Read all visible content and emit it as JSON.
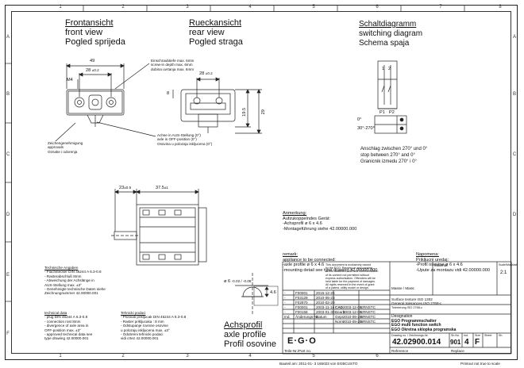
{
  "columns": [
    "1",
    "2",
    "3",
    "4",
    "5",
    "6",
    "7",
    "8"
  ],
  "rows": [
    "A",
    "B",
    "C",
    "D",
    "E",
    "F"
  ],
  "views": {
    "front": [
      "Frontansicht",
      "front view",
      "Pogled sprijeda"
    ],
    "rear": [
      "Rueckansicht",
      "rear view",
      "Pogled straga"
    ],
    "switching": [
      "Schaltdiagramm",
      "switching diagram",
      "Schema spaja"
    ],
    "axle": [
      "Achsprofil",
      "axle profile",
      "Profil osovine"
    ]
  },
  "dimensions": {
    "d49": "49",
    "d28_a": "28",
    "tol_28_a": "±0.2",
    "m4": "M4",
    "d8": "8",
    "d28_b": "28",
    "tol_28_b": "±0.2",
    "d19_5": "19.5",
    "d29": "29",
    "d23": "23",
    "tol_23": "±0.5",
    "d37_5": "37.5",
    "tol_37_5": "±1",
    "d6": "ø 6",
    "tol_6": "-0.02 / -0.08",
    "d4_6": "4.6",
    "tol_4_6": "-0.02 / -0.10"
  },
  "screw_notes": [
    "Einschraubtiefe max. 6mm",
    "screw-in depth max. 6mm",
    "dubina uvrtanja max. 6mm"
  ],
  "approval_notes": [
    "Zeichengenehmigung",
    "approvals",
    "Oznake i odorenja"
  ],
  "axle_notes": [
    "Achse in AUS-Stellung (0°)",
    "axle in OFF-position (0°)",
    "Osovina  u polozaju iskljucena (0°)"
  ],
  "switch_diagram": {
    "contacts": [
      "1",
      "2"
    ],
    "poles": [
      "P1",
      "P2"
    ],
    "rows": [
      "0°",
      "30°-270°"
    ],
    "stop_notes": [
      "Anschlag zwischen 270° und 0°",
      "stop between 270° and 0°",
      "Granicnik izmedu 270° i 0°"
    ]
  },
  "remark_de": {
    "head": "Anmerkung:",
    "lines": [
      "Aufzukoppelndes Gerät:",
      "-Achsprofil ø 6 x 4.6",
      "-Montageführung siehe 42.00000.000"
    ]
  },
  "remark_en": {
    "head": "remark:",
    "lines": [
      "appliance to be connected:",
      "-axle profile ø 6 x 4.6",
      "-mounting detail see type drawing 42.00000.000"
    ]
  },
  "remark_hr": {
    "head": "Napomena:",
    "lines": [
      "Prikljucni uredaj:",
      "-Profil osovine ø 6 x 4.6",
      "-Upute za montazu vidi 42.00000.000"
    ]
  },
  "tech_de": {
    "head": "Technische Angaben",
    "lines": [
      "- Flachstecker DIN 46244 A 6.3-0.8",
      "- Rasterabschluß 8mm",
      "- Abweichung der Achslänge in",
      "  AUS-Stellung max. ±3°",
      "- Genehmigte technische Daten siehe",
      "  Zeichnungnummer 42.00000.001"
    ]
  },
  "tech_en": {
    "head": "technical data",
    "lines": [
      "- plug DIN 46244 A 6.3-0.8",
      "- connection rost 8mm",
      "- divergence of axle area in",
      "  OFF-position max. ±3°",
      "- approved technical data see",
      "  type drawing 42.00000.001"
    ]
  },
  "tech_hr": {
    "head": "Tehnicki podaci",
    "lines": [
      "- Plosnati prikljucak DIN 46244 A 6.3-0.8",
      "- Raster prikljucaka : 8 mm",
      "- Odstupanje rovnine osovine",
      "  u polozaju iskljucena max. ±3°",
      "- Odobreni tehnicki podaci",
      "  vidi crtez 42.00000.001"
    ]
  },
  "revisions": [
    {
      "idx": "-",
      "no": "F00001",
      "date": "2015-12-25"
    },
    {
      "idx": "-",
      "no": "F03129",
      "date": "2010-05-23"
    },
    {
      "idx": "-",
      "no": "F02970",
      "date": "2010-02-20"
    },
    {
      "idx": "-",
      "no": "F00001",
      "date": "2003-11-16"
    },
    {
      "idx": "-",
      "no": "F00158",
      "date": "2003-01-30"
    }
  ],
  "rev_head": {
    "idx": "Ind.",
    "no": "Änderungs-Nr.",
    "date": "Datum"
  },
  "signatures": [
    {
      "role": "CAD",
      "date": "2003-12-05",
      "name": "ERNSTC"
    },
    {
      "role": "Bearb.",
      "date": "2003-12-05",
      "name": "ERNSTC"
    },
    {
      "role": "Gepr.",
      "date": "2010-09-20",
      "name": "BRNSTC"
    },
    {
      "role": "Norm",
      "date": "2010-09-20",
      "name": "BRNSTC"
    }
  ],
  "copyright": [
    "This document is exclusively owned",
    "by the EGO. Passing on and copying",
    "of this document, use and communication",
    "of its content not permitted without",
    "express authorization. Offenders will be",
    "held liable for the payment of damages.",
    "All rights reserved in the event of grant",
    "of a patent, utility model or design."
  ],
  "tolerance_note": "Tolerierung ISO 2768-c",
  "surface_note": "Surface texture ISO 1302",
  "general_tolerances": "General tolerances ISO 2768-c",
  "material_label": "Material:",
  "mass_label": "Masse / Mass:",
  "scale_label": "Scale/Maßstab",
  "scale_value": "2:1",
  "designation": [
    "Designation",
    "EGO Programmschalter",
    "EGO multi function switch",
    "EGO Okretna sklopka programska"
  ],
  "drawing_no_label": "Drawing no. / Zeichnungs-Nr.",
  "drawing_no": "42.02900.014",
  "st_no": "901",
  "index_label": "Index",
  "index": "4",
  "size": "F",
  "sheet_labels": [
    "Sh.No.",
    "Ind.",
    "Size",
    "Sheet",
    "Sh."
  ],
  "company": "E·G·O",
  "footer_center": "Bauteil am: 2011-01-  3  165023 von EGBCUSTO",
  "footer_right": "Printout not true to scale",
  "reference_label": "Reference",
  "replace_label": "Replace",
  "part_no_label": "Teile-Nr./Part no."
}
